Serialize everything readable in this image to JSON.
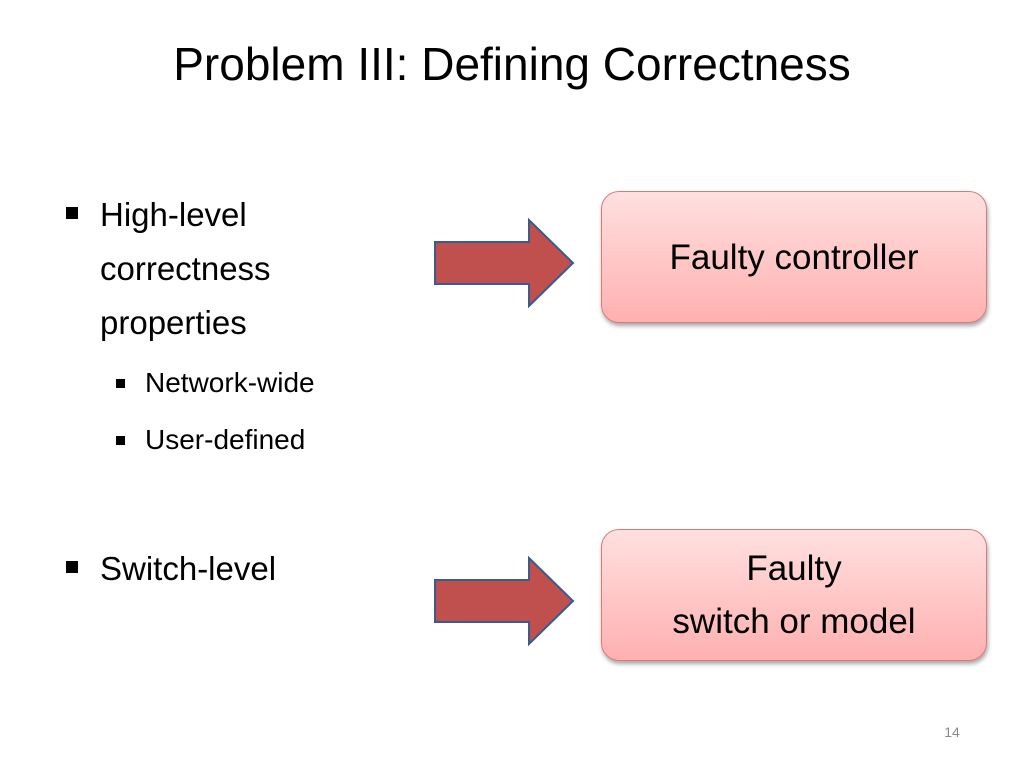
{
  "slide": {
    "title": "Problem III: Defining Correctness",
    "bullets": [
      {
        "text": "High-level\ncorrectness\nproperties",
        "sub_items": [
          "Network-wide",
          "User-defined"
        ]
      },
      {
        "text": "Switch-level",
        "sub_items": []
      }
    ],
    "boxes": [
      {
        "label": "Faulty controller"
      },
      {
        "label": "Faulty\nswitch or model"
      }
    ],
    "page_number": "14"
  },
  "colors": {
    "arrow_fill": "#c0504d",
    "arrow_stroke": "#3b5b8c",
    "box_fill_top": "#ffe0e0",
    "box_fill_bottom": "#ffb0b0",
    "box_border": "#d97a79",
    "text": "#000000",
    "page_number": "#8a8a8a"
  }
}
